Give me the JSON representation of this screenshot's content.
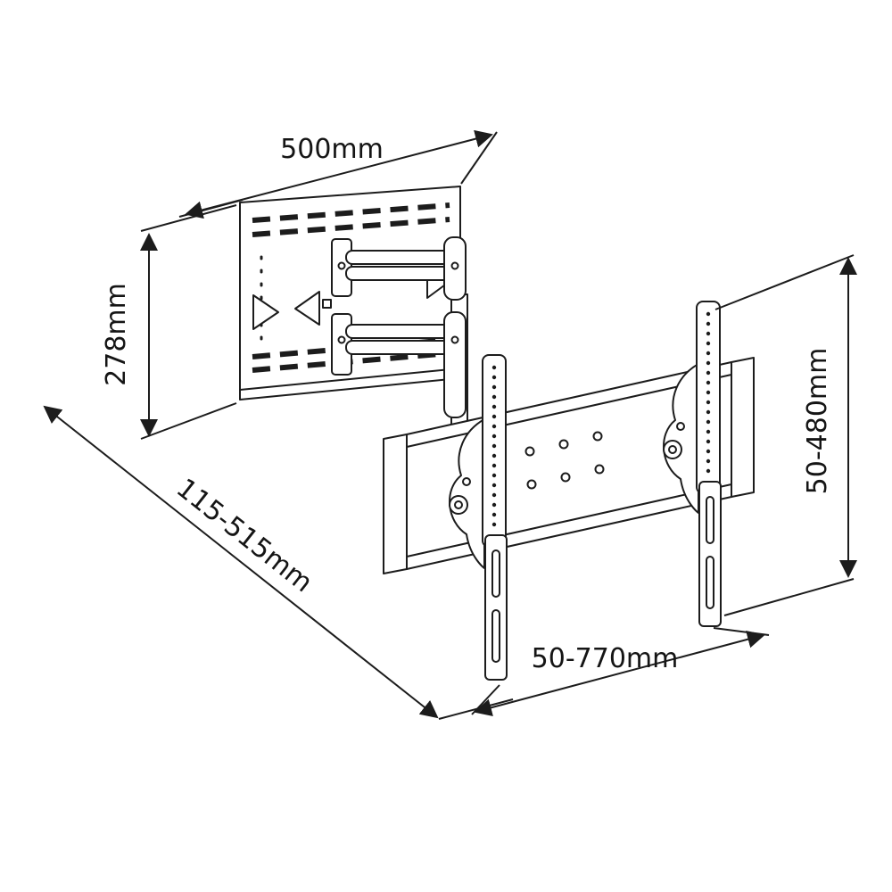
{
  "scene": {
    "background": "#ffffff",
    "line_color": "#1c1c1c"
  },
  "dimensions": {
    "plate_width": "500mm",
    "plate_height": "278mm",
    "arm_extension": "115-515mm",
    "bracket_vertical_range": "50-480mm",
    "bracket_horizontal_range": "50-770mm"
  }
}
